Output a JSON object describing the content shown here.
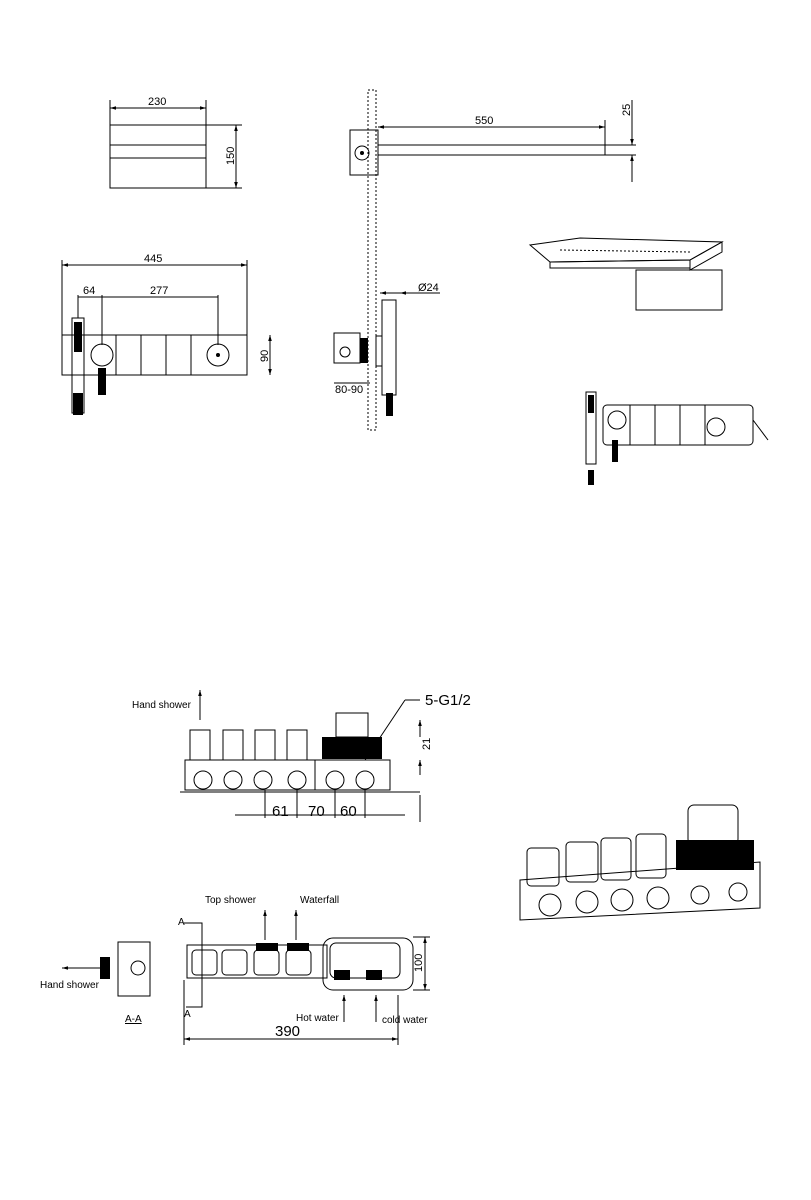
{
  "drawing": {
    "top_left": {
      "width": "230",
      "height": "150"
    },
    "top_right": {
      "arm_length": "550",
      "arm_thickness": "25"
    },
    "mixer_front": {
      "overall": "445",
      "offset": "64",
      "spacing": "277",
      "height": "90"
    },
    "side_view": {
      "diameter": "Ø24",
      "depth": "80-90"
    },
    "valve_body": {
      "hand_shower": "Hand shower",
      "thread": "5-G1/2",
      "height": "21",
      "dims": [
        "61",
        "70",
        "60"
      ]
    },
    "plan_view": {
      "top_shower": "Top shower",
      "waterfall": "Waterfall",
      "section_mark_top": "A",
      "section_mark_bottom": "A",
      "hand_shower": "Hand  shower",
      "section_label": "A-A",
      "depth": "100",
      "hot_water": "Hot water",
      "cold_water": "cold water",
      "length": "390"
    }
  }
}
